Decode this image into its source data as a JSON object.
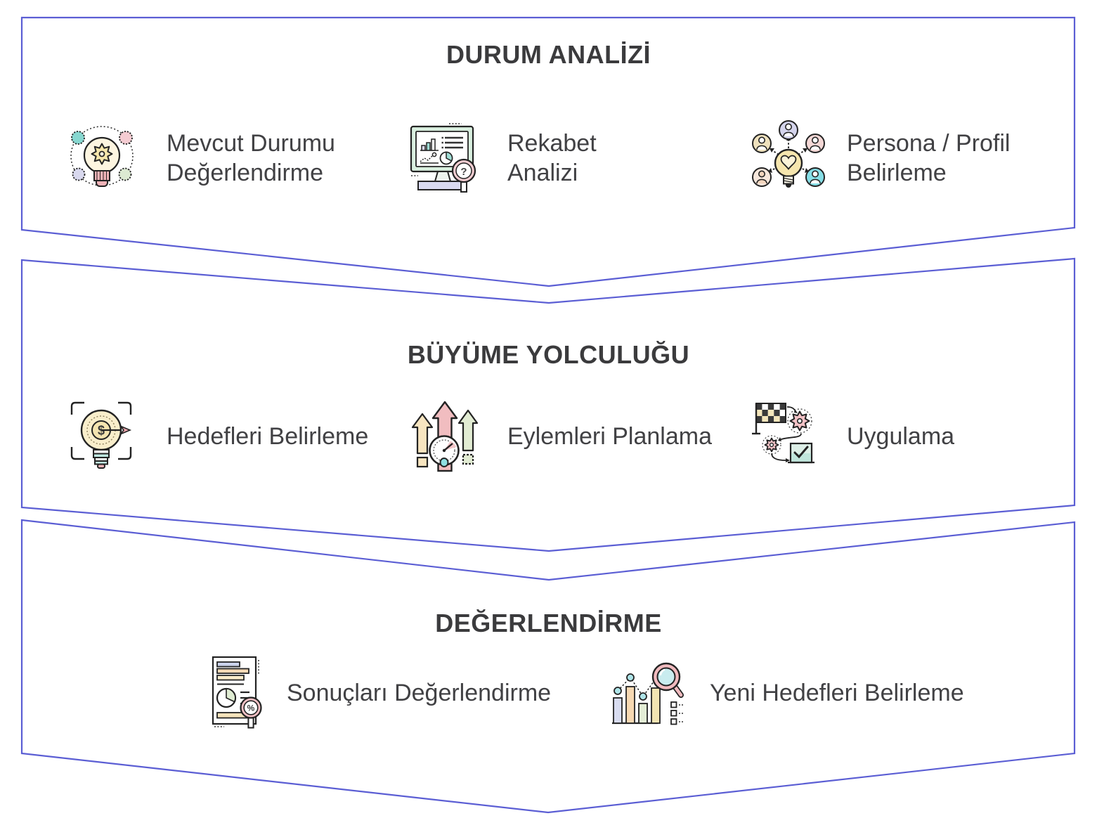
{
  "canvas": {
    "border_color": "#5b5ed4",
    "background": "#ffffff",
    "title_color": "#3b3b3d",
    "label_color": "#414144",
    "palette": {
      "outline": "#232323",
      "cream": "#fdf5e0",
      "yellow": "#f6e7ab",
      "pink": "#f1bdc0",
      "soft_pink": "#f3cdd1",
      "teal": "#9fdcd4",
      "cyan": "#86dee6",
      "lavender": "#d8d8ee",
      "green": "#e2ecd3",
      "tan": "#f7e5c0"
    }
  },
  "glyphs": {
    "dollar": "$",
    "question": "?",
    "percent": "%"
  },
  "sections": [
    {
      "title": "DURUM ANALİZİ",
      "items": [
        {
          "icon": "idea-gear-network-icon",
          "lines": [
            "Mevcut Durumu",
            "Değerlendirme"
          ]
        },
        {
          "icon": "competitor-analysis-monitor-icon",
          "lines": [
            "Rekabet",
            "Analizi"
          ]
        },
        {
          "icon": "persona-people-bulb-icon",
          "lines": [
            "Persona / Profil",
            "Belirleme"
          ]
        }
      ]
    },
    {
      "title": "BÜYÜME YOLCULUĞU",
      "items": [
        {
          "icon": "goal-target-bulb-icon",
          "lines": [
            "Hedefleri Belirleme"
          ]
        },
        {
          "icon": "growth-arrows-gauge-icon",
          "lines": [
            "Eylemleri Planlama"
          ]
        },
        {
          "icon": "implementation-flag-gears-icon",
          "lines": [
            "Uygulama"
          ]
        }
      ]
    },
    {
      "title": "DEĞERLENDİRME",
      "items": [
        {
          "icon": "results-report-magnifier-icon",
          "lines": [
            "Sonuçları Değerlendirme"
          ]
        },
        {
          "icon": "new-goals-chart-magnifier-icon",
          "lines": [
            "Yeni Hedefleri Belirleme"
          ]
        }
      ]
    }
  ]
}
